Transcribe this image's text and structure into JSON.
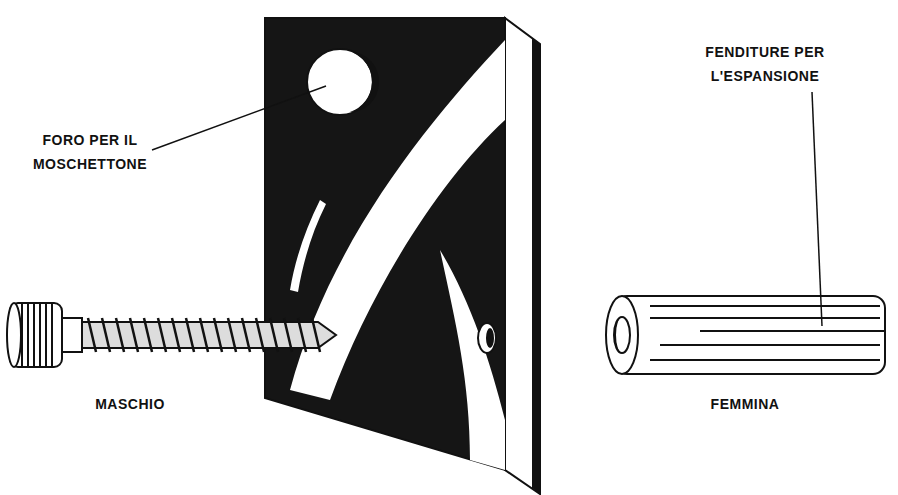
{
  "diagram": {
    "labels": [
      "FORO PER IL MOSCHETTONE",
      "FENDITURE PER L'ESPANSIONE",
      "MASCHIO",
      "FEMMINA"
    ]
  }
}
